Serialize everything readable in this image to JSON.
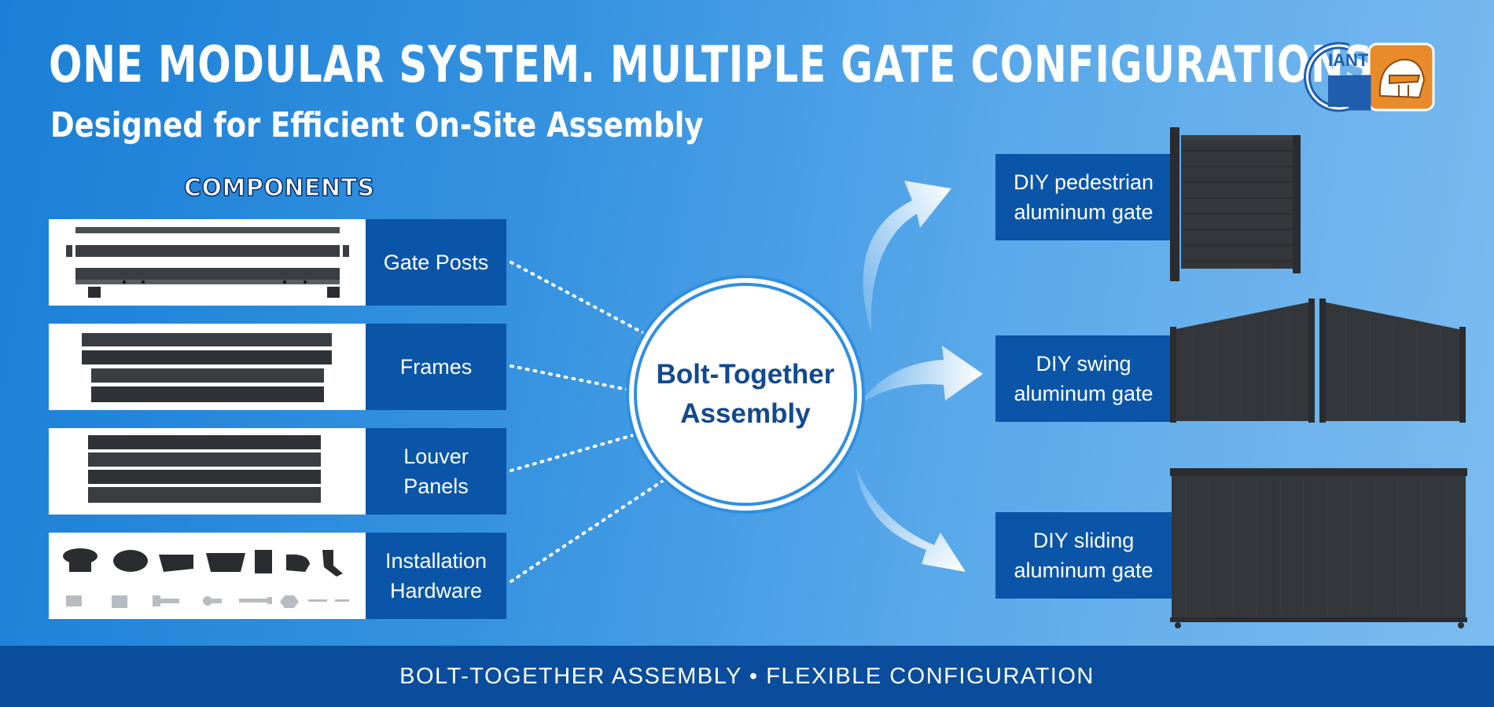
{
  "header": {
    "title": "ONE MODULAR SYSTEM. MULTIPLE GATE CONFIGURATIONS",
    "subtitle": "Designed for Efficient On-Site Assembly",
    "logo_text": "IANT"
  },
  "components": {
    "heading": "COMPONENTS",
    "items": [
      {
        "label": "Gate Posts"
      },
      {
        "label": "Frames"
      },
      {
        "label": "Louver\nPanels"
      },
      {
        "label": "Installation\nHardware"
      }
    ]
  },
  "hub": {
    "label": "Bolt-Together\nAssembly"
  },
  "configurations": [
    {
      "label": "DIY pedestrian\naluminum gate"
    },
    {
      "label": "DIY swing\naluminum gate"
    },
    {
      "label": "DIY sliding\naluminum gate"
    }
  ],
  "footer": {
    "tagline": "BOLT-TOGETHER ASSEMBLY • FLEXIBLE CONFIGURATION"
  },
  "colors": {
    "label_blue": "#0a55a8",
    "footer_blue": "#0a4d9c",
    "hub_text": "#12498f",
    "gate_dark": "#2f3236",
    "logo_orange": "#e98b2a"
  }
}
